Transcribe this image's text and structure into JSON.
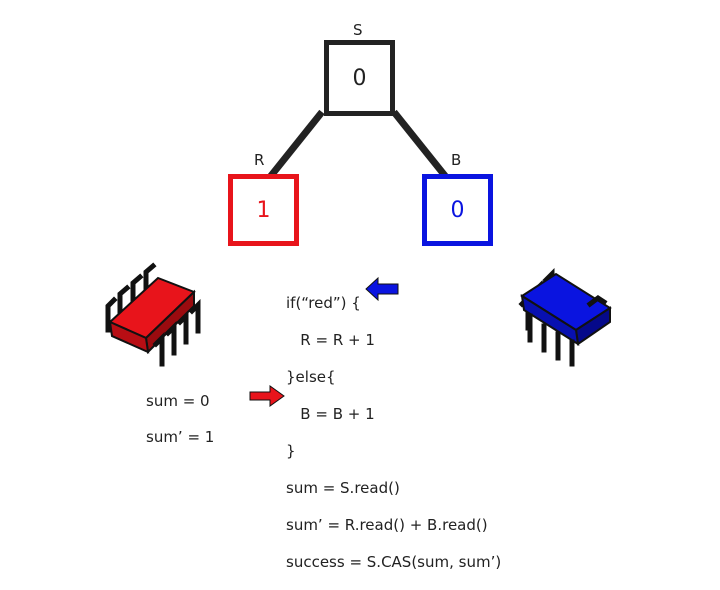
{
  "nodes": {
    "s": {
      "label": "S",
      "value": "0"
    },
    "r": {
      "label": "R",
      "value": "1"
    },
    "b": {
      "label": "B",
      "value": "0"
    }
  },
  "code_lines": [
    "if(“red”) {",
    "   R = R + 1",
    "}else{",
    "   B = B + 1",
    "}",
    "sum = S.read()",
    "sum’ = R.read() + B.read()",
    "success = S.CAS(sum, sum’)"
  ],
  "locals": {
    "sum": "sum = 0",
    "sum_prime": "sum’ = 1"
  },
  "colors": {
    "black": "#222222",
    "red": "#e8141b",
    "blue": "#0a14e0"
  },
  "icons": {
    "left_chip": "red-chip-icon",
    "right_chip": "blue-chip-icon",
    "blue_arrow": "blue-arrow-icon",
    "red_arrow": "red-arrow-icon"
  }
}
